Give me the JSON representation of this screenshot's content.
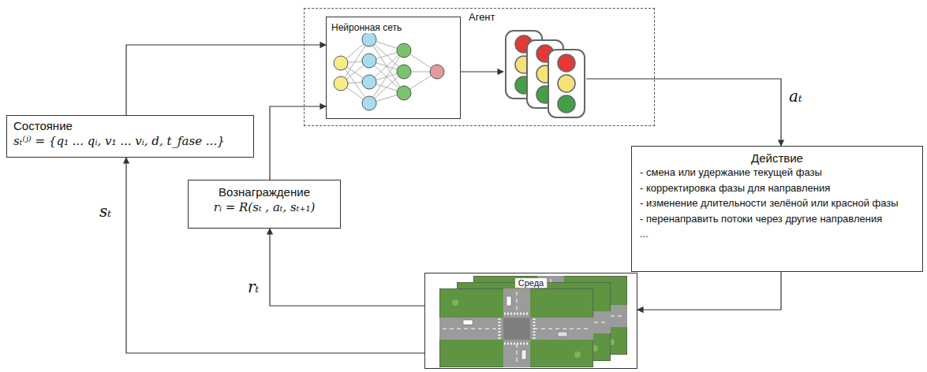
{
  "diagram": {
    "nodes": [
      {
        "text": [
          "Агент"
        ]
      },
      {
        "text": [
          "Нейронная сеть"
        ],
        "in": 0
      },
      {
        "text": [
          "Состояние",
          "sₜ⁽ʲ⁾ = {q₁ ... qᵢ, v₁ ... vᵢ, d, t_fase ...}"
        ]
      },
      {
        "text": [
          "Вознаграждение",
          "rᵢ = R(sₜ , aₜ, sₜ₊₁)"
        ]
      },
      {
        "text": [
          "Действие",
          "- смена или удержание текущей фазы",
          "- корректировка фазы для направления",
          "- изменение длительности зелёной или красной фазы",
          "- перенаправить потоки через другие направления",
          "..."
        ]
      },
      {
        "text": [
          "Среда"
        ]
      }
    ],
    "edges": [
      {
        "from": 2,
        "to": 1,
        "arrow": "to"
      },
      {
        "from": 3,
        "to": 1,
        "arrow": "to"
      },
      {
        "from": 0,
        "to": 4,
        "label": "aₜ",
        "arrow": "to"
      },
      {
        "from": 4,
        "to": 5,
        "arrow": "to"
      },
      {
        "from": 5,
        "to": 3,
        "label": "rₜ",
        "arrow": "to"
      },
      {
        "from": 5,
        "to": 2,
        "label": "sₜ",
        "arrow": "to"
      }
    ]
  }
}
